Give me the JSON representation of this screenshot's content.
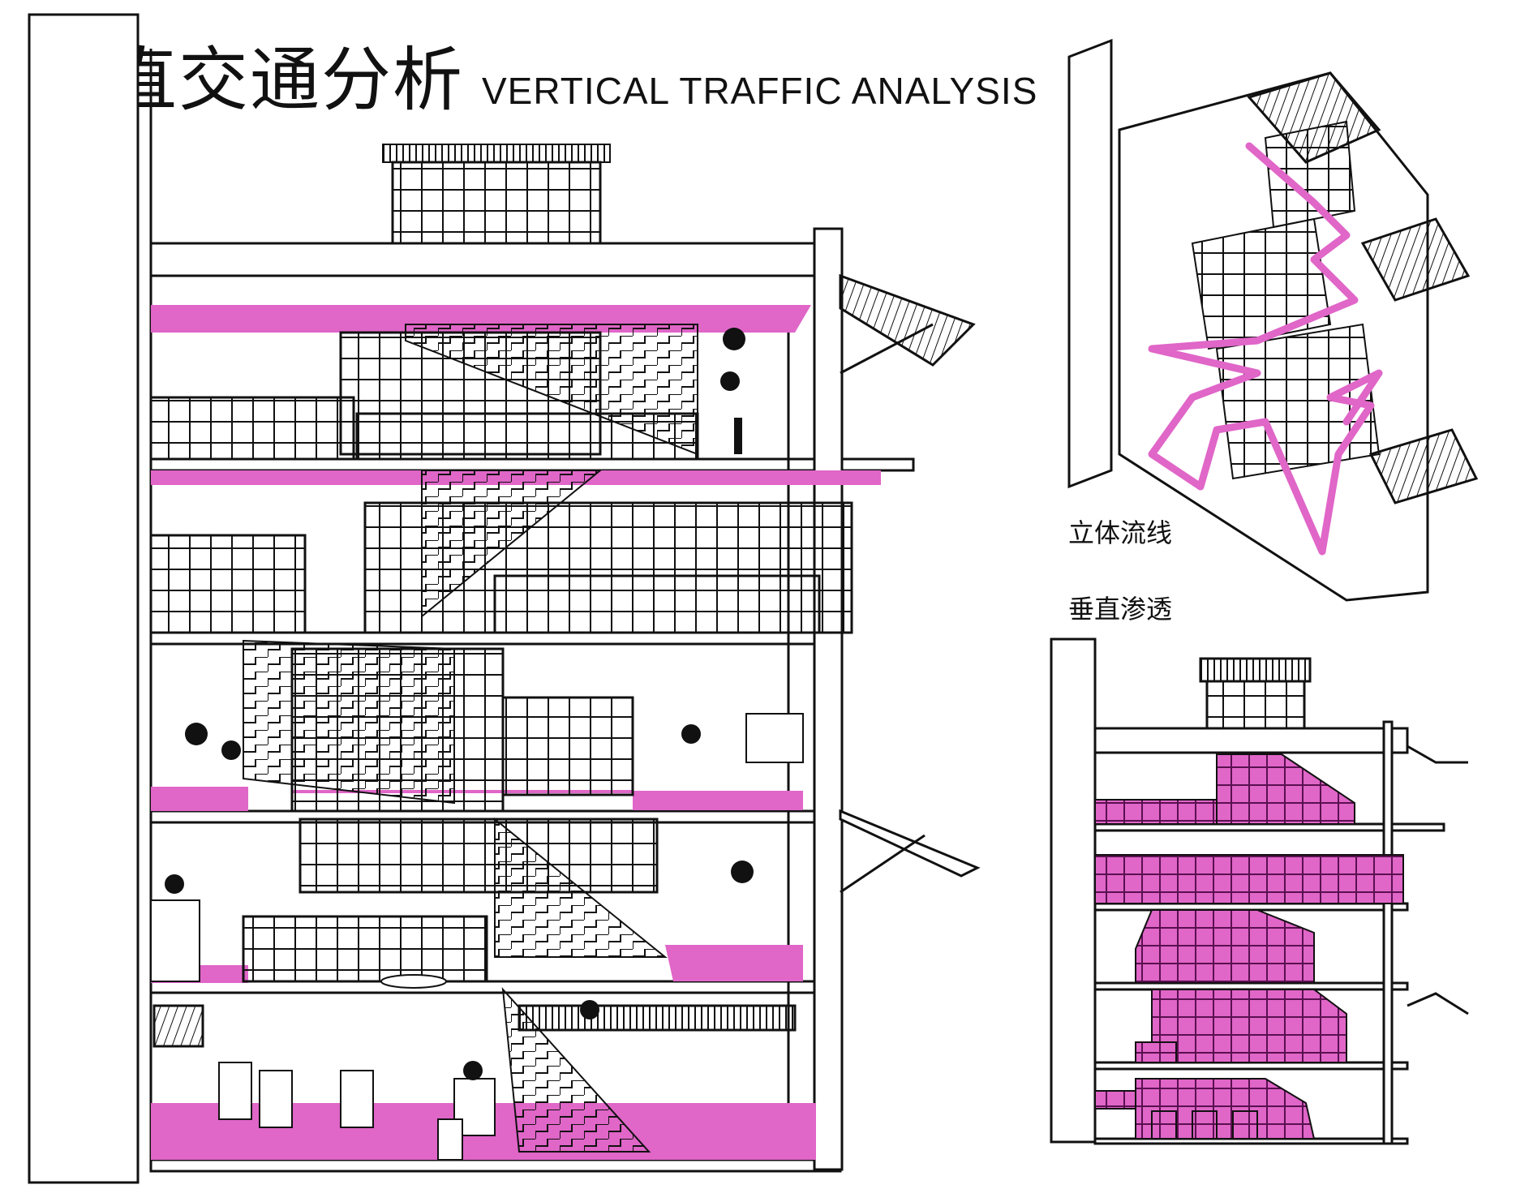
{
  "title": {
    "cn": "垂直交通分析",
    "en": "VERTICAL TRAFFIC ANALYSIS"
  },
  "views": {
    "axonometric": {
      "label": "立体流线"
    },
    "section": {
      "label": "垂直渗透"
    }
  },
  "colors": {
    "accent": "#e066c8",
    "line": "#111111",
    "paper": "#ffffff"
  }
}
